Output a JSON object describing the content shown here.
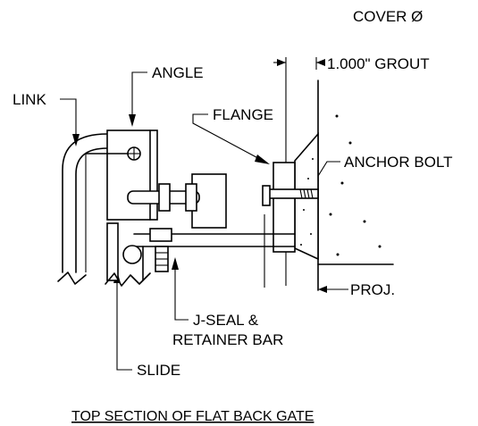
{
  "labels": {
    "cover": "COVER Ø",
    "grout": "1.000\" GROUT",
    "link": "LINK",
    "angle": "ANGLE",
    "flange": "FLANGE",
    "anchor_bolt": "ANCHOR BOLT",
    "proj": "PROJ.",
    "jseal_line1": "J-SEAL &",
    "jseal_line2": "RETAINER BAR",
    "slide": "SLIDE"
  },
  "title": "TOP SECTION OF FLAT BACK GATE"
}
